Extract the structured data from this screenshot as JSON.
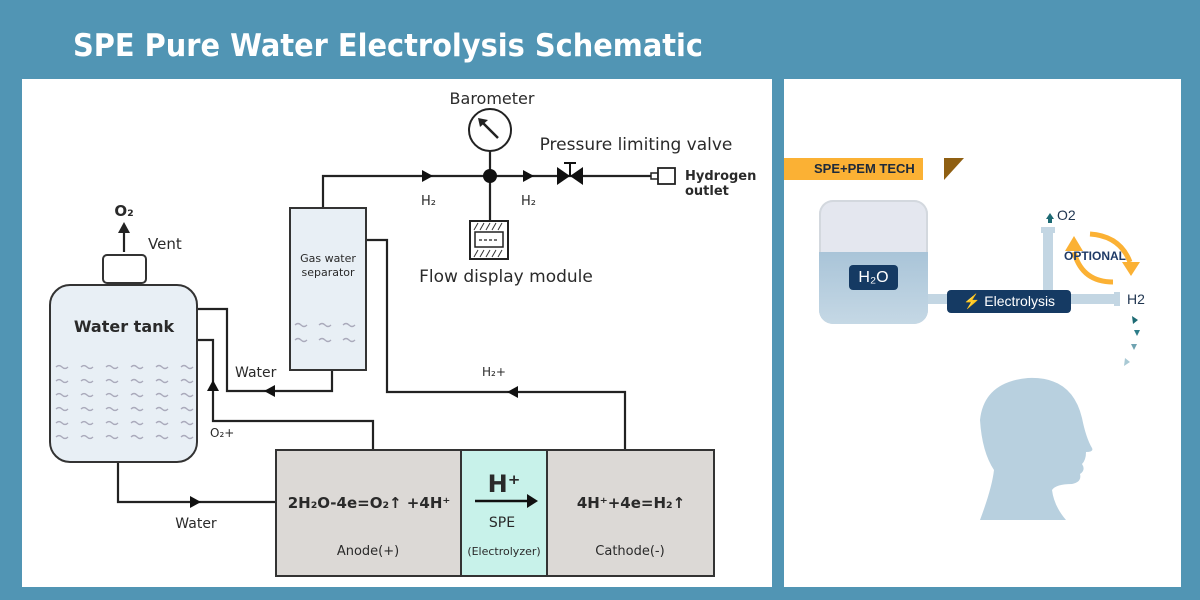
{
  "title": "SPE Pure Water Electrolysis Schematic",
  "schematic": {
    "barometer": "Barometer",
    "pressure_valve": "Pressure limiting valve",
    "hydrogen_outlet_line1": "Hydrogen",
    "hydrogen_outlet_line2": "outlet",
    "flow_display": "Flow display module",
    "h2_left": "H₂",
    "h2_right": "H₂",
    "o2_vent_gas": "O₂",
    "vent": "Vent",
    "water_tank": "Water tank",
    "separator_line1": "Gas water",
    "separator_line2": "separator",
    "water_return": "Water",
    "water_feed": "Water",
    "o2_plus": "O₂+",
    "h2_plus": "H₂+",
    "anode_equation": "2H₂O-4e=O₂↑ +4H⁺",
    "anode_label": "Anode(+)",
    "spe_ion": "H⁺",
    "spe_label": "SPE",
    "electrolyzer_label": "(Electrolyzer)",
    "cathode_equation": "4H⁺+4e=H₂↑",
    "cathode_label": "Cathode(-)"
  },
  "tech_panel": {
    "badge": "SPE+PEM TECH",
    "h2o": "H₂O",
    "electrolysis": "⚡ Electrolysis",
    "o2": "O2",
    "h2": "H2",
    "optional": "OPTIONAL"
  },
  "colors": {
    "background": "#5195b4",
    "badge": "#fbb134",
    "navy": "#153a63",
    "electrolyzer_fill": "#c8f2ea",
    "cell_fill": "#dcd9d6",
    "arrow_orange": "#fbb134"
  }
}
